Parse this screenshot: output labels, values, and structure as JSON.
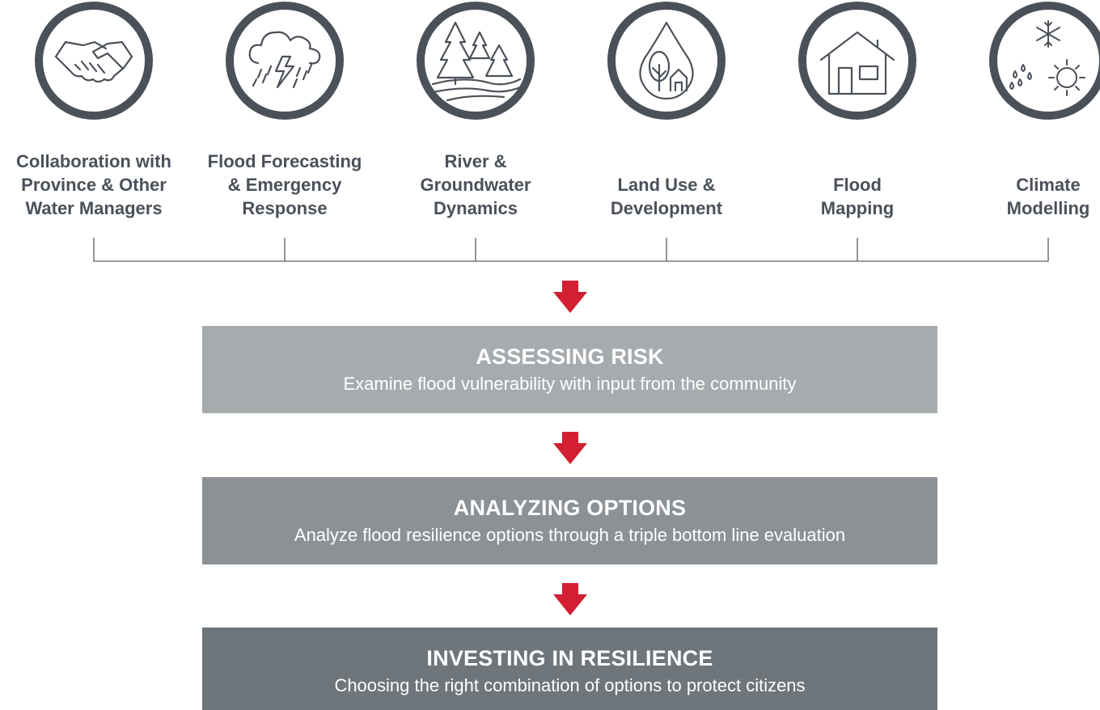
{
  "colors": {
    "icon_ring": "#4b5159",
    "icon_stroke": "#4b5159",
    "label_text": "#4b5159",
    "connector_line": "#5a5f66",
    "arrow": "#d21f32",
    "step1_bg": "#a7abae",
    "step2_bg": "#8c9196",
    "step3_bg": "#6e757b"
  },
  "inputs": [
    {
      "icon": "handshake-icon",
      "lines": [
        "Collaboration with",
        "Province & Other",
        "Water Managers"
      ]
    },
    {
      "icon": "storm-cloud-icon",
      "lines": [
        "Flood Forecasting",
        "& Emergency",
        "Response"
      ]
    },
    {
      "icon": "forest-river-icon",
      "lines": [
        "River &",
        "Groundwater",
        "Dynamics"
      ]
    },
    {
      "icon": "drop-tree-house-icon",
      "lines": [
        "",
        "Land Use &",
        "Development"
      ]
    },
    {
      "icon": "house-icon",
      "lines": [
        "",
        "Flood",
        "Mapping"
      ]
    },
    {
      "icon": "snow-rain-sun-icon",
      "lines": [
        "",
        "Climate",
        "Modelling"
      ]
    }
  ],
  "steps": [
    {
      "title": "ASSESSING RISK",
      "description": "Examine flood vulnerability with input from the community"
    },
    {
      "title": "ANALYZING OPTIONS",
      "description": "Analyze flood resilience options through a triple bottom line evaluation"
    },
    {
      "title": "INVESTING IN RESILIENCE",
      "description": "Choosing the right combination of options to protect citizens"
    }
  ]
}
